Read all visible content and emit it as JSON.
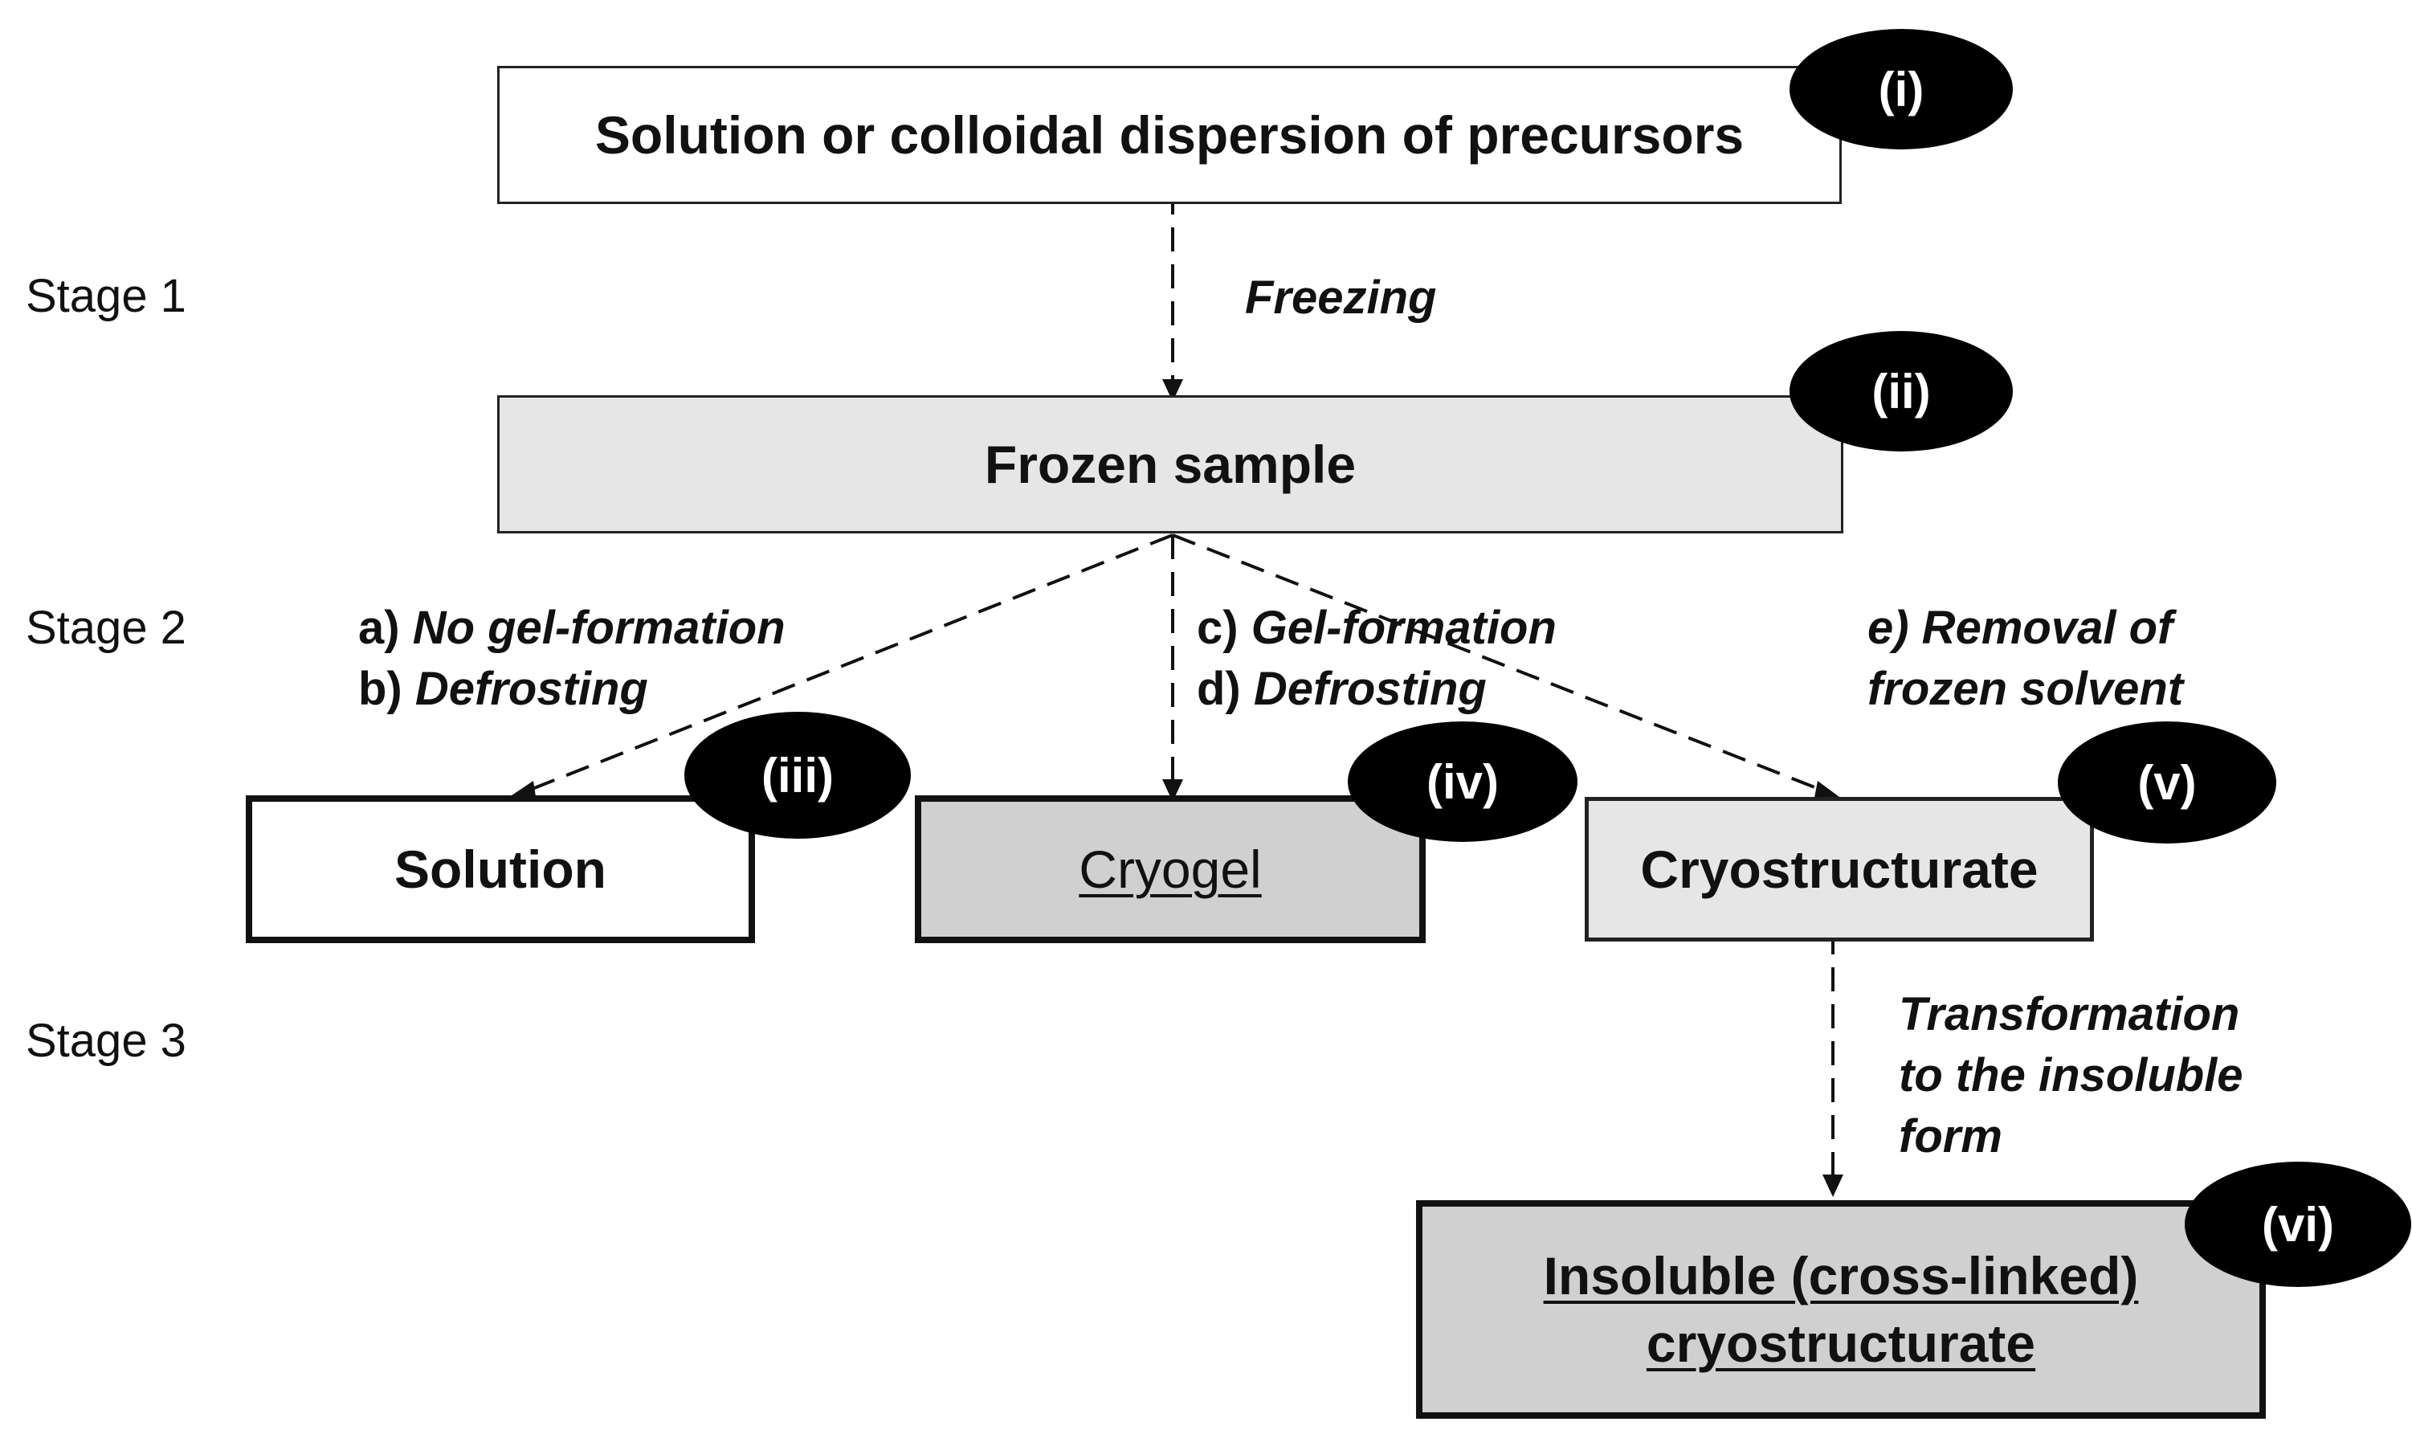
{
  "stages": {
    "stage_1": "Stage 1",
    "stage_2": "Stage 2",
    "stage_3": "Stage 3"
  },
  "boxes": {
    "precursors": {
      "text": "Solution or colloidal dispersion of precursors",
      "badge": "(i)"
    },
    "frozen_sample": {
      "text": "Frozen sample",
      "badge": "(ii)"
    },
    "solution": {
      "text": "Solution",
      "badge": "(iii)"
    },
    "cryogel": {
      "text": "Cryogel",
      "badge": "(iv)"
    },
    "cryostructurate": {
      "text": "Cryostructurate",
      "badge": "(v)"
    },
    "insoluble": {
      "text_line_1": "Insoluble (cross-linked)",
      "text_line_2": "cryostructurate",
      "badge": "(vi)"
    }
  },
  "labels": {
    "freezing": "Freezing",
    "path_ab": {
      "a_prefix": "a) ",
      "a_text": "No gel-formation",
      "b_prefix": "b) ",
      "b_text": "Defrosting"
    },
    "path_cd": {
      "c_prefix": "c) ",
      "c_text": "Gel-formation",
      "d_prefix": "d) ",
      "d_text": "Defrosting"
    },
    "path_e": {
      "line_1": "e) Removal of",
      "line_2": "frozen solvent"
    },
    "transformation": {
      "line_1": "Transformation",
      "line_2": "to the insoluble",
      "line_3": "form"
    }
  },
  "colors": {
    "box_light_fill": "#e6e6e6",
    "box_mid_fill": "#d0d0d0",
    "badge_fill": "#000000",
    "line": "#111111"
  }
}
